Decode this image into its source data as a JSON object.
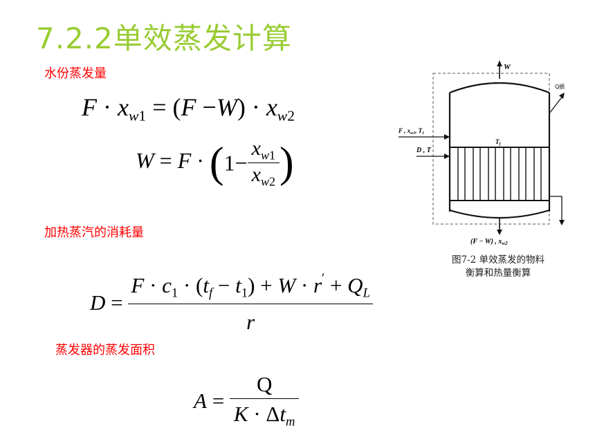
{
  "title": "7.2.2单效蒸发计算",
  "labels": {
    "water_evaporation": "水份蒸发量",
    "steam_consumption": "加热蒸汽的消耗量",
    "evaporator_area": "蒸发器的蒸发面积"
  },
  "equations": {
    "mass_balance_1": "F · x_w1 = (F − W) · x_w2",
    "mass_balance_2": "W = F · (1 − x_w1 / x_w2)",
    "steam": "D = [F · c1 · (t_f − t1) + W · r' + Q_L] / r",
    "area": "A = Q / (K · Δt_m)"
  },
  "figure": {
    "caption_line1": "图7-2  单效蒸发的物料",
    "caption_line2": "衡算和热量衡算",
    "label_w": "W",
    "label_q": "Q损",
    "label_feed": "F , x",
    "label_feed_sub": "w1",
    "label_feed_t": ", T",
    "label_feed_t_sub": "1",
    "label_steam": "D , T",
    "label_tf": "T",
    "label_tf_sub": "f",
    "label_bottom": "(F − W) , x",
    "label_bottom_sub": "w2"
  }
}
